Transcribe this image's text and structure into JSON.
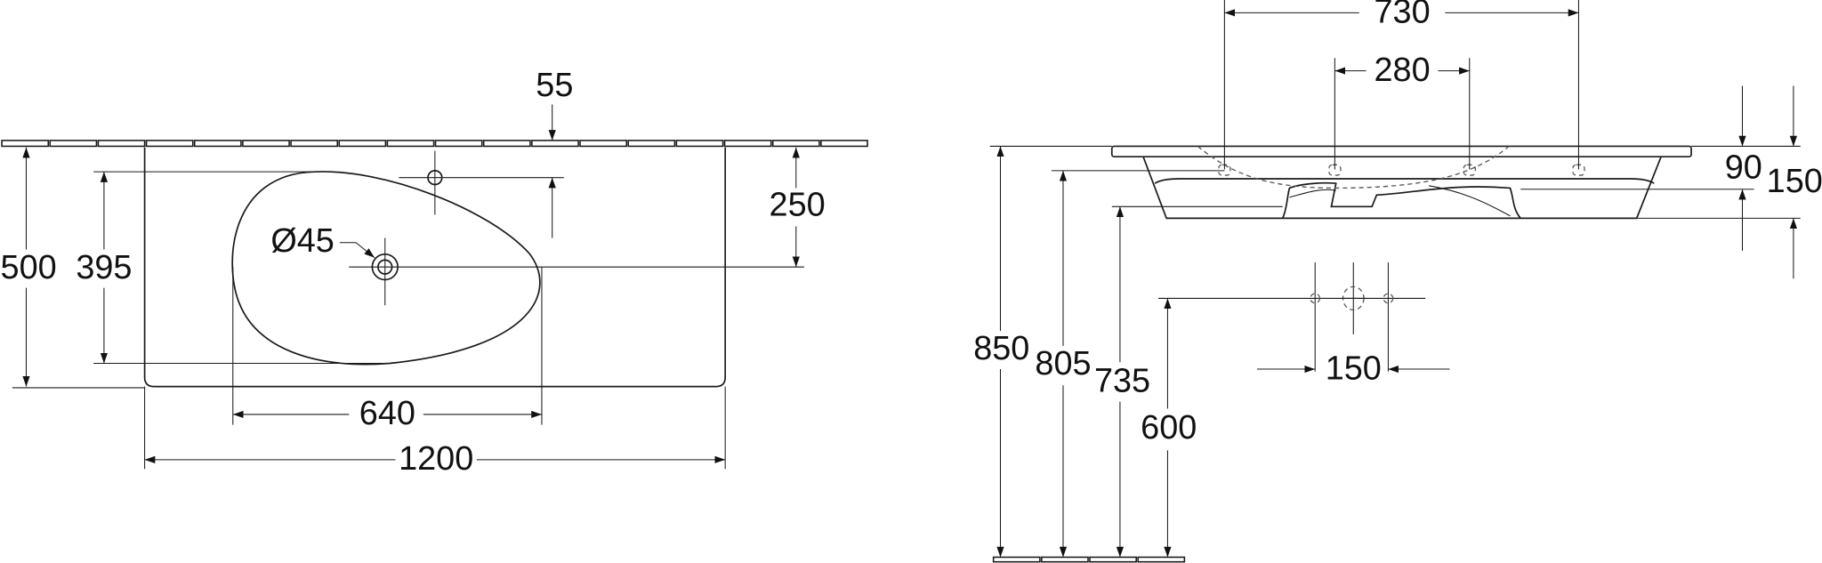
{
  "top_view": {
    "overall_width": "1200",
    "bowl_width": "640",
    "overall_depth": "500",
    "bowl_depth": "395",
    "tap_hole_offset": "55",
    "drain_offset": "250",
    "drain_diameter": "Ø45"
  },
  "side_view": {
    "overflow_spacing_outer": "730",
    "overflow_spacing_inner": "280",
    "top_thickness": "90",
    "overall_height": "150",
    "height_top": "850",
    "height_overflow": "805",
    "height_underside": "735",
    "height_waste": "600",
    "supply_spacing": "150"
  },
  "colors": {
    "line": "#1a1a1a",
    "background": "#ffffff"
  }
}
